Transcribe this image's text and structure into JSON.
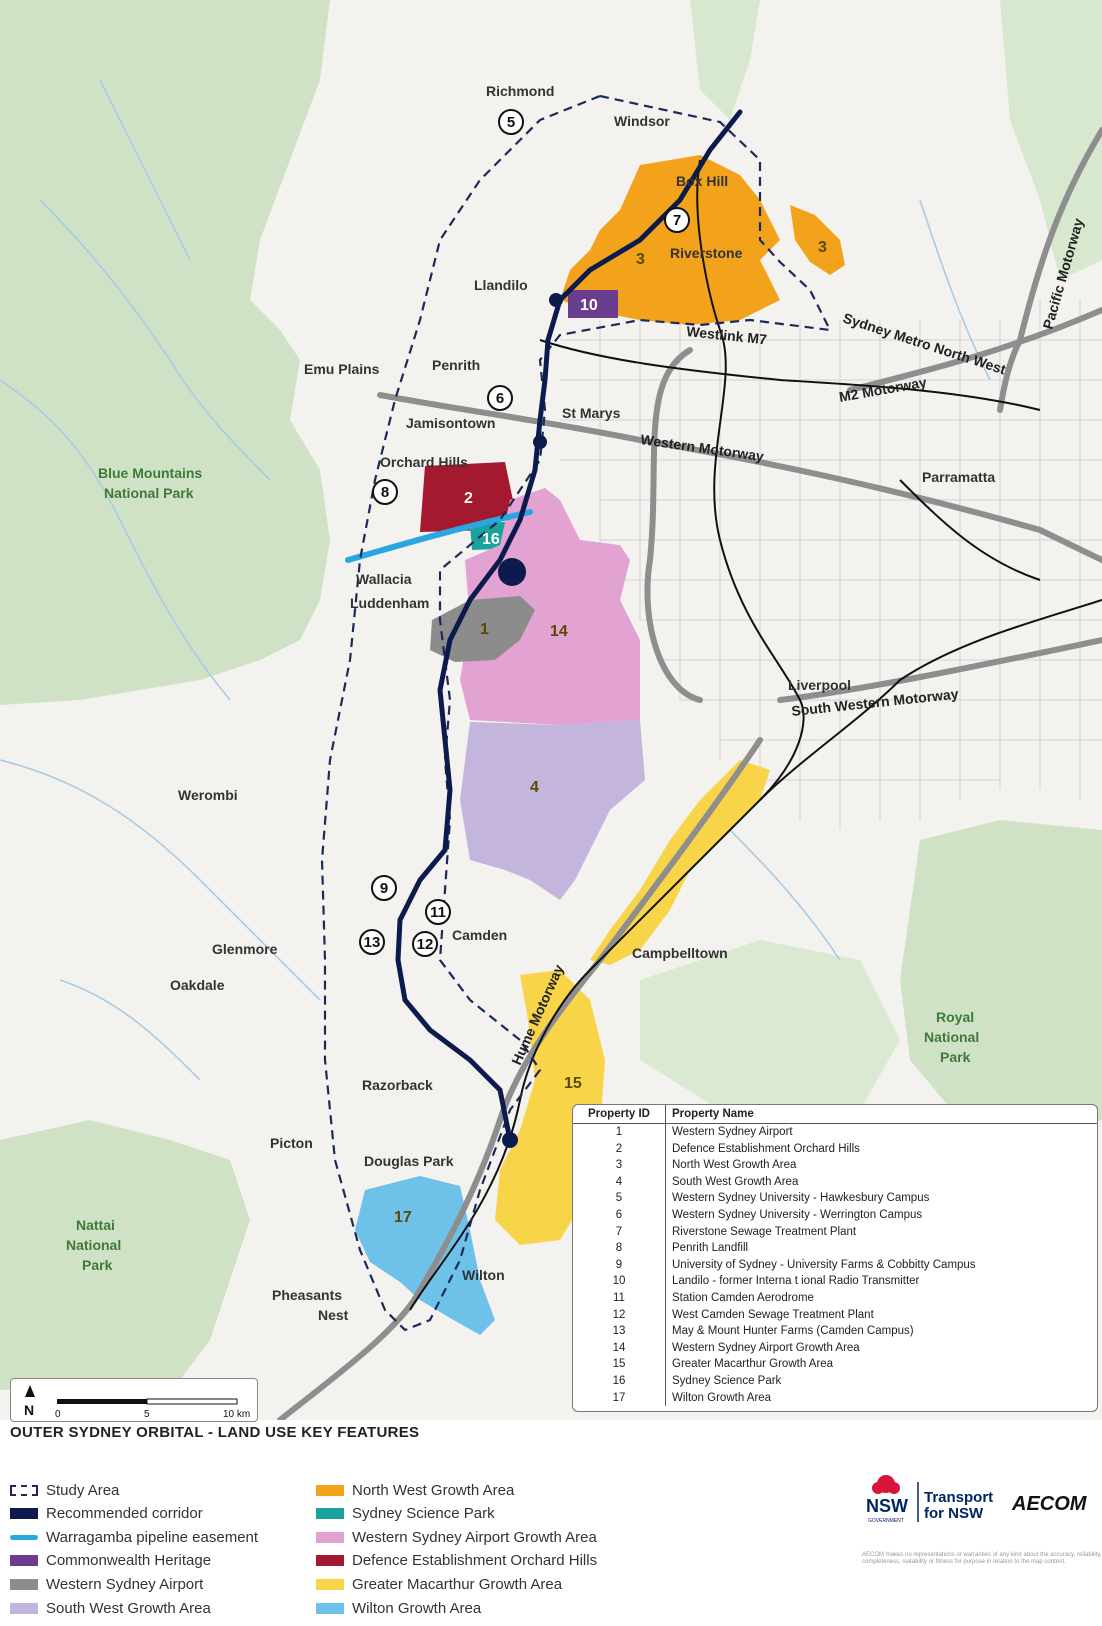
{
  "map_title": "OUTER SYDNEY ORBITAL - LAND USE KEY FEATURES",
  "places": {
    "richmond": "Richmond",
    "windsor": "Windsor",
    "box_hill": "Box Hill",
    "riverstone": "Riverstone",
    "llandilo": "Llandilo",
    "emu_plains": "Emu Plains",
    "penrith": "Penrith",
    "st_marys": "St Marys",
    "jamisontown": "Jamisontown",
    "orchard_hills": "Orchard Hills",
    "parramatta": "Parramatta",
    "wallacia": "Wallacia",
    "luddenham": "Luddenham",
    "liverpool": "Liverpool",
    "werombi": "Werombi",
    "camden": "Camden",
    "glenmore": "Glenmore",
    "campbelltown": "Campbelltown",
    "oakdale": "Oakdale",
    "razorback": "Razorback",
    "picton": "Picton",
    "douglas_park": "Douglas Park",
    "wilton": "Wilton",
    "pheasants_nest_1": "Pheasants",
    "pheasants_nest_2": "Nest"
  },
  "parks": {
    "blue_mountains_1": "Blue Mountains",
    "blue_mountains_2": "National Park",
    "royal_1": "Royal",
    "royal_2": "National",
    "royal_3": "Park",
    "nattai_1": "Nattai",
    "nattai_2": "National",
    "nattai_3": "Park"
  },
  "roads": {
    "westlink": "Westlink M7",
    "metro": "Sydney Metro North West",
    "m2": "M2 Motorway",
    "western": "Western Motorway",
    "south_western": "South Western Motorway",
    "hume": "Hume Motorway",
    "pacific": "Pacific Motorway"
  },
  "area_labels": {
    "a1": "1",
    "a2": "2",
    "a3a": "3",
    "a3b": "3",
    "a4": "4",
    "a10": "10",
    "a14": "14",
    "a15": "15",
    "a16": "16",
    "a17": "17"
  },
  "circle_labels": {
    "c5": "5",
    "c6": "6",
    "c7": "7",
    "c8": "8",
    "c9": "9",
    "c11": "11",
    "c12": "12",
    "c13": "13"
  },
  "property_table": {
    "header_id": "Property ID",
    "header_name": "Property Name",
    "rows": [
      {
        "id": "1",
        "name": "Western Sydney Airport"
      },
      {
        "id": "2",
        "name": "Defence Establishment Orchard Hills"
      },
      {
        "id": "3",
        "name": "North West Growth Area"
      },
      {
        "id": "4",
        "name": "South West Growth Area"
      },
      {
        "id": "5",
        "name": "Western Sydney University - Hawkesbury Campus"
      },
      {
        "id": "6",
        "name": "Western Sydney University - Werrington Campus"
      },
      {
        "id": "7",
        "name": "Riverstone Sewage Treatment Plant"
      },
      {
        "id": "8",
        "name": "Penrith Landfill"
      },
      {
        "id": "9",
        "name": "University of Sydney - University Farms & Cobbitty Campus"
      },
      {
        "id": "10",
        "name": "Landilo - former Interna t ional Radio Transmitter"
      },
      {
        "id": "11",
        "name": "Station Camden Aerodrome"
      },
      {
        "id": "12",
        "name": "West Camden Sewage Treatment Plant"
      },
      {
        "id": "13",
        "name": "May & Mount Hunter Farms (Camden Campus)"
      },
      {
        "id": "14",
        "name": "Western Sydney Airport Growth Area"
      },
      {
        "id": "15",
        "name": "Greater Macarthur Growth Area"
      },
      {
        "id": "16",
        "name": "Sydney Science Park"
      },
      {
        "id": "17",
        "name": "Wilton Growth Area"
      }
    ]
  },
  "scale_bar": {
    "north": "N",
    "tick0": "0",
    "tick5": "5",
    "tick10": "10 km"
  },
  "legend": {
    "items": [
      {
        "label": "Study Area",
        "color": "#1b2a5a",
        "kind": "dashed"
      },
      {
        "label": "Recommended corridor",
        "color": "#0d1b4c",
        "kind": "fill"
      },
      {
        "label": "Warragamba pipeline easement",
        "color": "#2aa6e0",
        "kind": "line"
      },
      {
        "label": "Commonwealth Heritage",
        "color": "#6b3d8f",
        "kind": "fill"
      },
      {
        "label": "Western Sydney Airport",
        "color": "#8c8c8c",
        "kind": "fill"
      },
      {
        "label": "South West Growth Area",
        "color": "#c4b5dc",
        "kind": "fill"
      },
      {
        "label": "North West Growth Area",
        "color": "#f3a21c",
        "kind": "fill"
      },
      {
        "label": "Sydney Science Park",
        "color": "#1aa39a",
        "kind": "fill"
      },
      {
        "label": "Western Sydney Airport Growth Area",
        "color": "#e2a3d3",
        "kind": "fill"
      },
      {
        "label": "Defence Establishment Orchard Hills",
        "color": "#a3192f",
        "kind": "fill"
      },
      {
        "label": "Greater Macarthur Growth Area",
        "color": "#f8d548",
        "kind": "fill"
      },
      {
        "label": "Wilton Growth Area",
        "color": "#6ec2ea",
        "kind": "fill"
      }
    ]
  },
  "logos": {
    "nsw": "NSW",
    "nsw_sub": "GOVERNMENT",
    "transport_1": "Transport",
    "transport_2": "for NSW",
    "aecom": "AECOM"
  },
  "disclaimer": "AECOM makes no representations or warranties of any kind about the accuracy, reliability, completeness, suitability or fitness for purpose in relation to the map content."
}
